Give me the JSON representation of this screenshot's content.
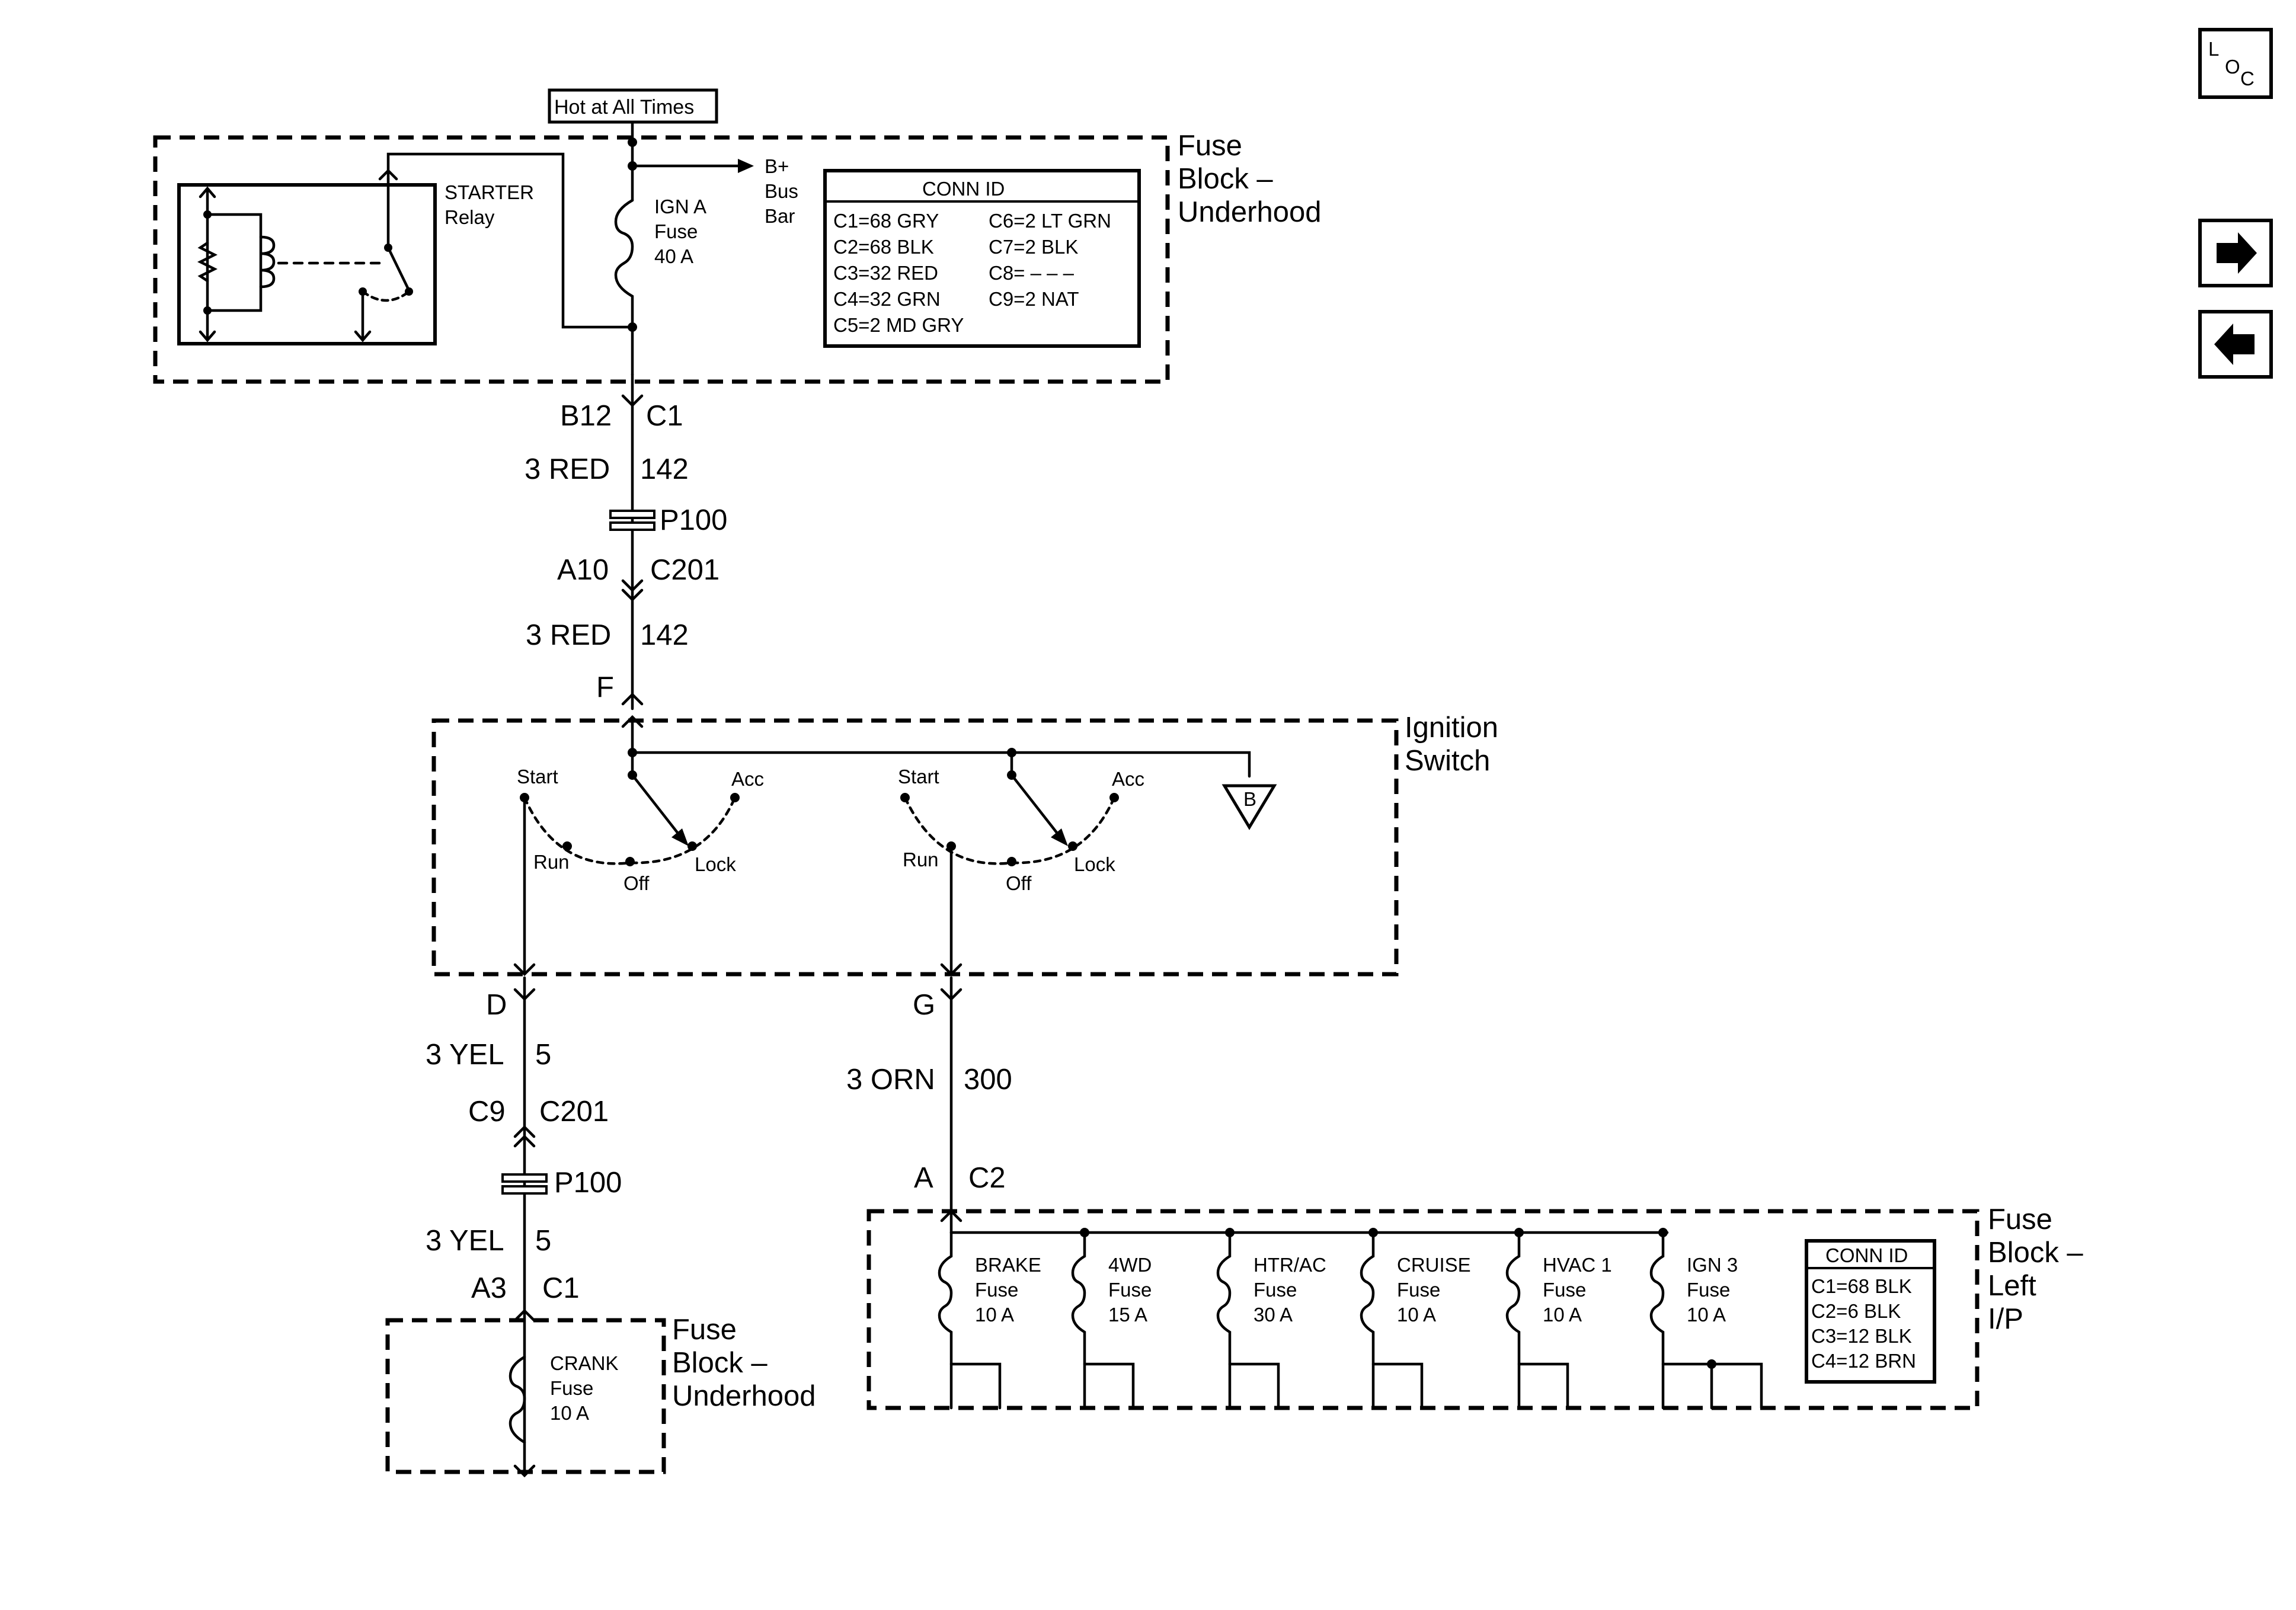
{
  "hot_label": "Hot at All Times",
  "fuse_block_underhood": [
    "Fuse",
    "Block –",
    "Underhood"
  ],
  "starter_relay": [
    "STARTER",
    "Relay"
  ],
  "ign_a_fuse": [
    "IGN A",
    "Fuse",
    "40 A"
  ],
  "bus_bar": [
    "B+",
    "Bus",
    "Bar"
  ],
  "conn_id_title": "CONN ID",
  "conn_id_underhood": [
    "C1=68 GRY",
    "C2=68 BLK",
    "C3=32 RED",
    "C4=32 GRN",
    "C5=2 MD GRY",
    "C6=2 LT GRN",
    "C7=2 BLK",
    "C8= – – –",
    "C9=2 NAT"
  ],
  "upper_run": {
    "pin_b12": "B12",
    "conn_c1": "C1",
    "wire1_color": "3 RED",
    "wire1_circuit": "142",
    "splice": "P100",
    "pin_a10": "A10",
    "conn_c201": "C201",
    "wire2_color": "3 RED",
    "wire2_circuit": "142",
    "pin_f": "F"
  },
  "ignition_switch_label": [
    "Ignition",
    "Switch"
  ],
  "switch_positions": {
    "start": "Start",
    "acc": "Acc",
    "run": "Run",
    "off": "Off",
    "lock": "Lock"
  },
  "b_ref": "B",
  "crank_run": {
    "pin_d": "D",
    "wire1_color": "3 YEL",
    "wire1_circuit": "5",
    "pin_c9": "C9",
    "conn_c201": "C201",
    "splice": "P100",
    "wire2_color": "3 YEL",
    "wire2_circuit": "5",
    "pin_a3": "A3",
    "conn_c1": "C1"
  },
  "ign_run": {
    "pin_g": "G",
    "wire_color": "3 ORN",
    "wire_circuit": "300",
    "pin_a": "A",
    "conn_c2": "C2"
  },
  "crank_fuse": [
    "CRANK",
    "Fuse",
    "10 A"
  ],
  "fuse_block_underhood2": [
    "Fuse",
    "Block –",
    "Underhood"
  ],
  "fuse_block_left_ip": [
    "Fuse",
    "Block –",
    "Left",
    "I/P"
  ],
  "ip_fuses": [
    {
      "name": "BRAKE",
      "type": "Fuse",
      "rating": "10 A"
    },
    {
      "name": "4WD",
      "type": "Fuse",
      "rating": "15 A"
    },
    {
      "name": "HTR/AC",
      "type": "Fuse",
      "rating": "30 A"
    },
    {
      "name": "CRUISE",
      "type": "Fuse",
      "rating": "10 A"
    },
    {
      "name": "HVAC 1",
      "type": "Fuse",
      "rating": "10 A"
    },
    {
      "name": "IGN 3",
      "type": "Fuse",
      "rating": "10 A"
    }
  ],
  "conn_id_ip": [
    "C1=68 BLK",
    "C2=6 BLK",
    "C3=12 BLK",
    "C4=12 BRN"
  ],
  "nav": {
    "loc_l": "L",
    "loc_o": "O",
    "loc_c": "C"
  }
}
